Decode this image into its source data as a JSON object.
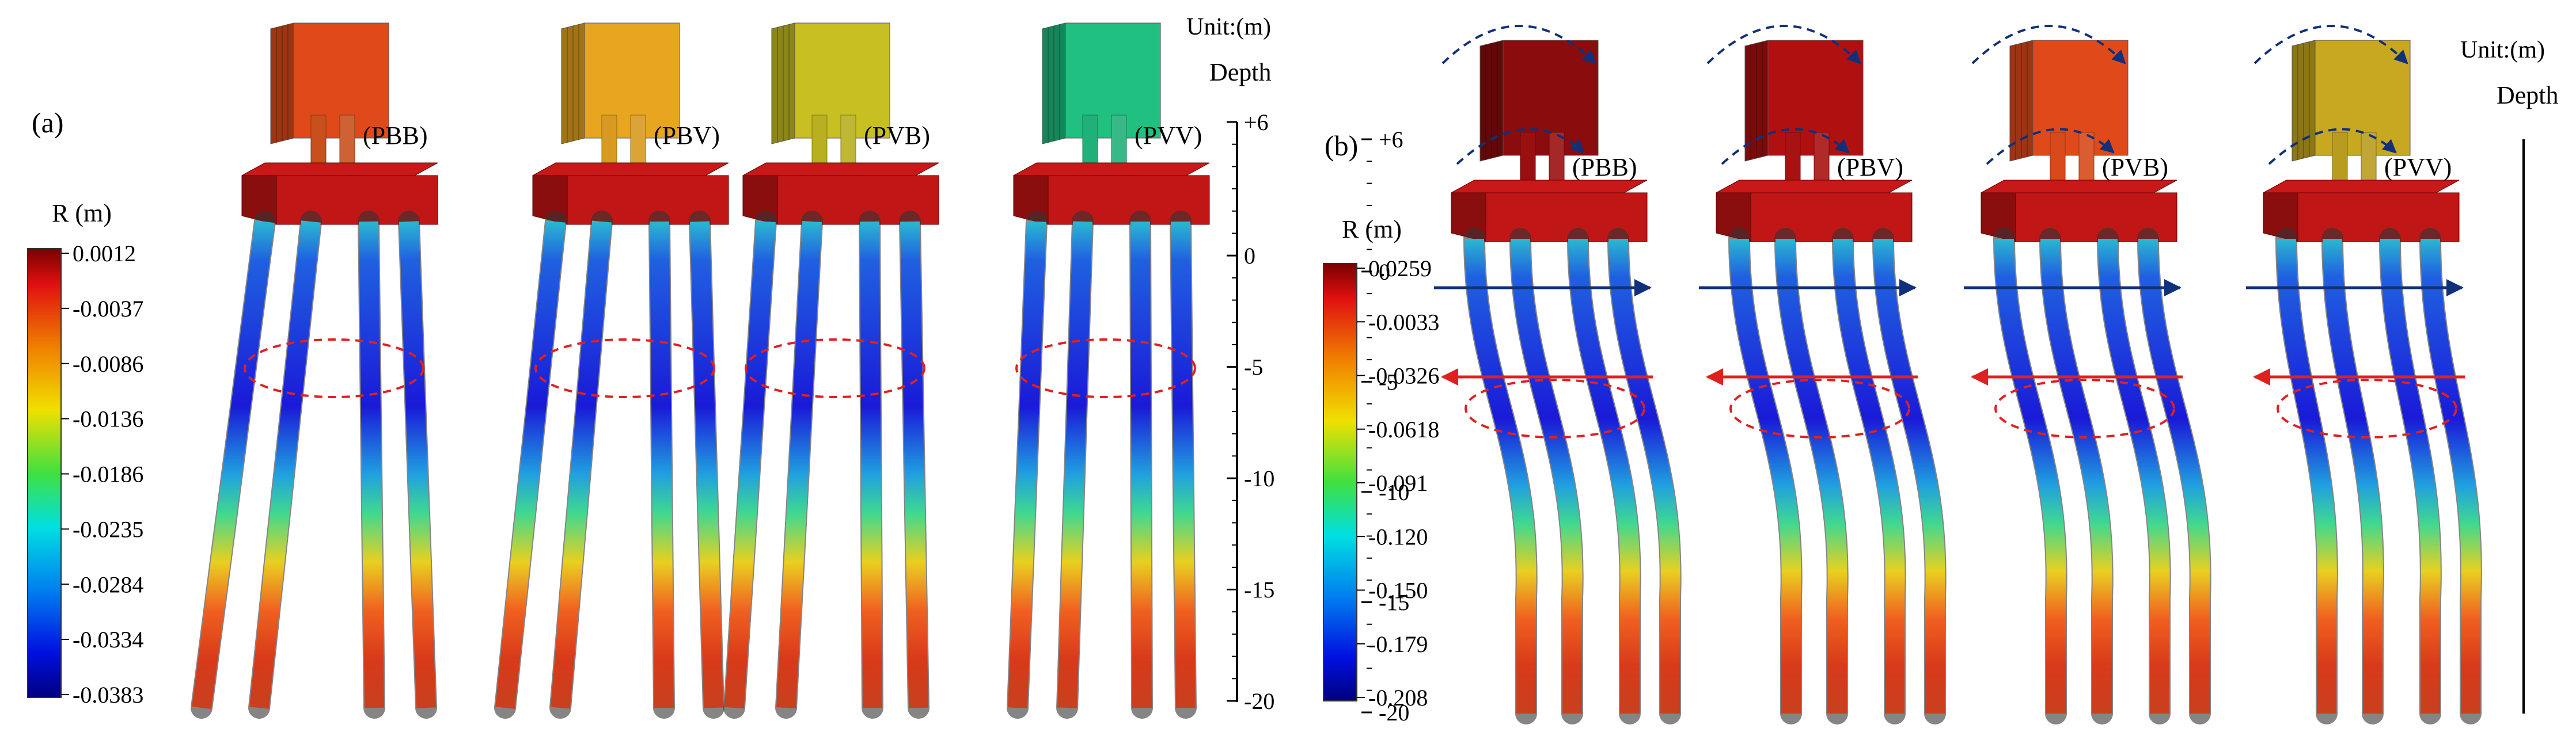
{
  "panels": [
    {
      "label": "(a)",
      "legend": {
        "title": "R (m)",
        "ticks": [
          "0.0012",
          "-0.0037",
          "-0.0086",
          "-0.0136",
          "-0.0186",
          "-0.0235",
          "-0.0284",
          "-0.0334",
          "-0.0383"
        ]
      },
      "models": [
        {
          "name": "(PBB)",
          "pier_color": "#e04a1a",
          "column_color": "#c8501e"
        },
        {
          "name": "(PBV)",
          "pier_color": "#e8a520",
          "column_color": "#d89a20"
        },
        {
          "name": "(PVB)",
          "pier_color": "#c8c022",
          "column_color": "#b8b020"
        },
        {
          "name": "(PVV)",
          "pier_color": "#20c080",
          "column_color": "#22b07a"
        }
      ],
      "depth_axis": {
        "unit_label": "Unit:(m)",
        "title": "Depth",
        "ticks": [
          "+6",
          "0",
          "-5",
          "-10",
          "-15",
          "-20"
        ]
      }
    },
    {
      "label": "(b)",
      "legend": {
        "title": "R (m)",
        "ticks": [
          "0.0259",
          "-0.0033",
          "-0.0326",
          "-0.0618",
          "-0.091",
          "-0.120",
          "-0.150",
          "-0.179",
          "-0.208"
        ]
      },
      "models": [
        {
          "name": "(PBB)",
          "pier_color": "#8a0c0c",
          "column_color": "#9a1010"
        },
        {
          "name": "(PBV)",
          "pier_color": "#b01010",
          "column_color": "#a81212"
        },
        {
          "name": "(PVB)",
          "pier_color": "#e04a1a",
          "column_color": "#d84a1a"
        },
        {
          "name": "(PVV)",
          "pier_color": "#c8a820",
          "column_color": "#b89c20"
        }
      ],
      "depth_axis": {
        "unit_label": "Unit:(m)",
        "title": "Depth",
        "ticks": [
          "+6",
          "0",
          "-5",
          "-10",
          "-15",
          "-20"
        ]
      }
    }
  ]
}
